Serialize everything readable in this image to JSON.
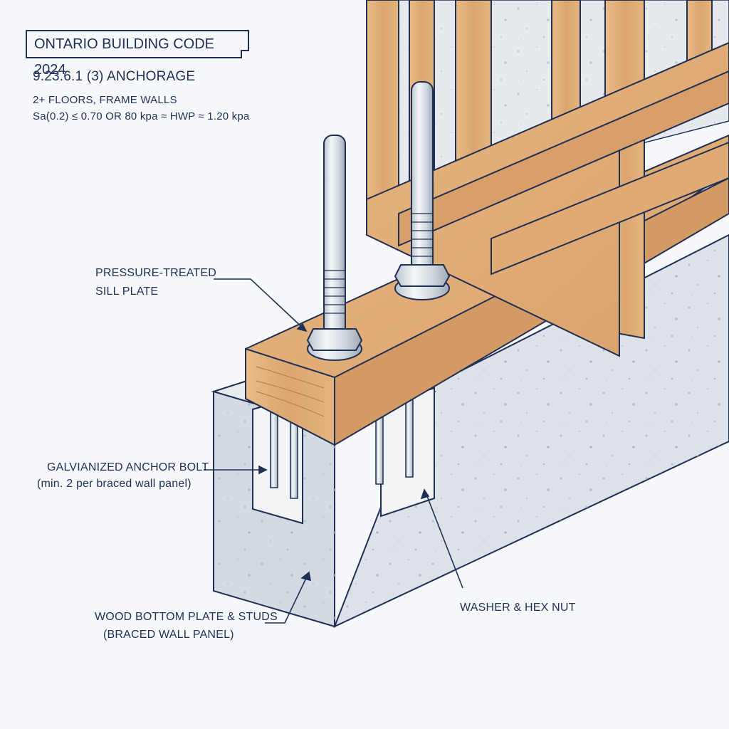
{
  "header": {
    "title": "ONTARIO BUILDING CODE 2024",
    "code_section": "9.23.6.1 (3) ANCHORAGE",
    "line1": "2+ FLOORS, FRAME WALLS",
    "line2": "Sa(0.2) ≤ 0.70 OR 80 kpa ≈ HWP ≈ 1.20 kpa"
  },
  "labels": {
    "sill_plate_1": "PRESSURE-TREATED",
    "sill_plate_2": "SILL PLATE",
    "anchor_bolt_1": "GALVIANIZED ANCHOR BOLT",
    "anchor_bolt_2": "(min. 2 per braced wall panel)",
    "bottom_plate_1": "WOOD BOTTOM PLATE & STUDS",
    "bottom_plate_2": "(BRACED WALL PANEL)",
    "washer": "WASHER & HEX NUT"
  },
  "colors": {
    "ink": "#1f2f55",
    "wood": "#e2b07c",
    "wood_dark": "#c98f58",
    "concrete": "#dfe3e8",
    "steel": "#d7dde3"
  }
}
